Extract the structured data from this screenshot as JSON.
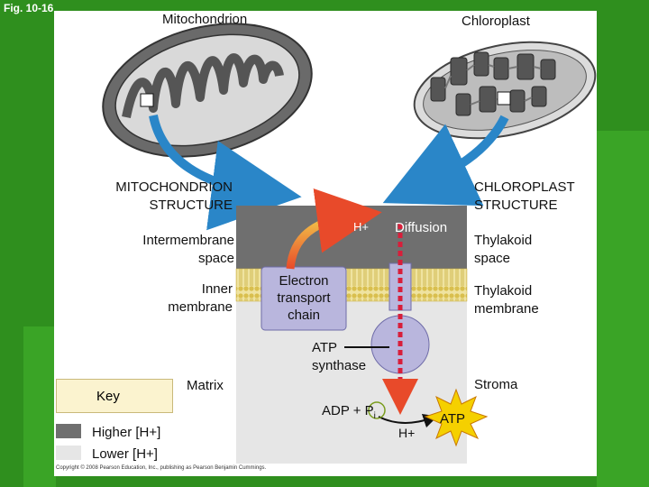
{
  "figure_label": "Fig. 10-16",
  "titles": {
    "mitochondrion": "Mitochondrion",
    "chloroplast": "Chloroplast",
    "mito_structure_1": "MITOCHONDRION",
    "mito_structure_2": "STRUCTURE",
    "chloro_structure_1": "CHLOROPLAST",
    "chloro_structure_2": "STRUCTURE"
  },
  "left_labels": {
    "intermembrane_1": "Intermembrane",
    "intermembrane_2": "space",
    "inner_membrane_1": "Inner",
    "inner_membrane_2": "membrane",
    "matrix": "Matrix"
  },
  "right_labels": {
    "thylakoid_space_1": "Thylakoid",
    "thylakoid_space_2": "space",
    "thylakoid_membrane_1": "Thylakoid",
    "thylakoid_membrane_2": "membrane",
    "stroma": "Stroma"
  },
  "center_labels": {
    "h_plus_top": "H+",
    "diffusion": "Diffusion",
    "etc_1": "Electron",
    "etc_2": "transport",
    "etc_3": "chain",
    "atp_synthase_1": "ATP",
    "atp_synthase_2": "synthase",
    "adp": "ADP + P",
    "adp_sub": "i",
    "h_plus_bottom": "H+",
    "atp": "ATP"
  },
  "key": {
    "title": "Key",
    "higher": "Higher [H+]",
    "lower": "Lower [H+]"
  },
  "copyright": "Copyright © 2008 Pearson Education, Inc., publishing as Pearson Benjamin Cummings.",
  "colors": {
    "background_green": "#2f8f1e",
    "higher_h": "#6f6f6f",
    "lower_h": "#e6e6e6",
    "membrane": "#e8d36a",
    "etc": "#b9b6dd",
    "arrow_blue": "#2a86c8",
    "atp_burst": "#f5d000"
  }
}
